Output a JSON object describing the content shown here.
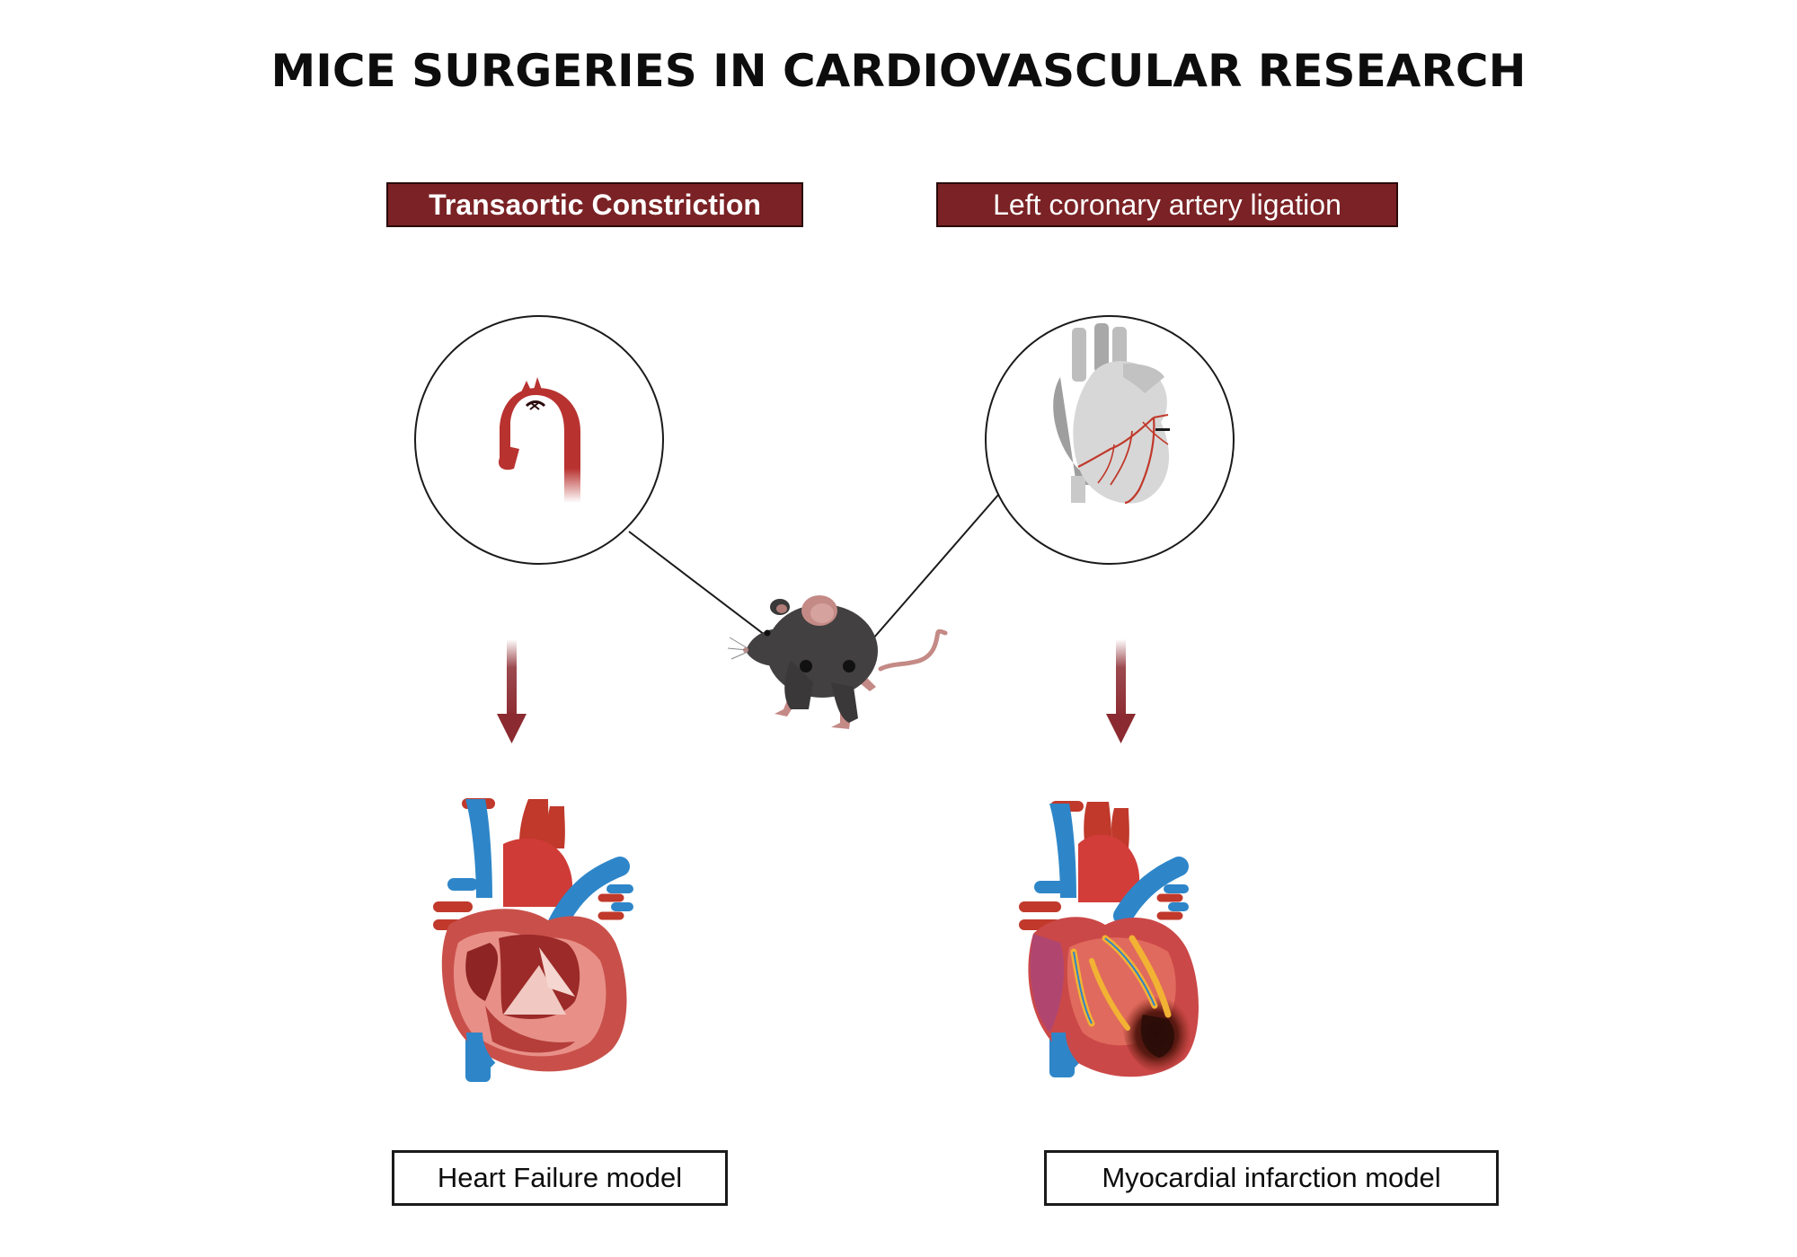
{
  "title": "MICE SURGERIES IN CARDIOVASCULAR RESEARCH",
  "procedures": {
    "left": "Transaortic Constriction",
    "right": "Left coronary artery ligation"
  },
  "models": {
    "left": "Heart Failure model",
    "right": "Myocardial infarction model"
  },
  "colors": {
    "procedure_fill": "#7a2225",
    "arrow": "#8b2a30",
    "aorta_red": "#c0392b",
    "vein_blue": "#2e86c9",
    "infarct": "#3a1410"
  }
}
